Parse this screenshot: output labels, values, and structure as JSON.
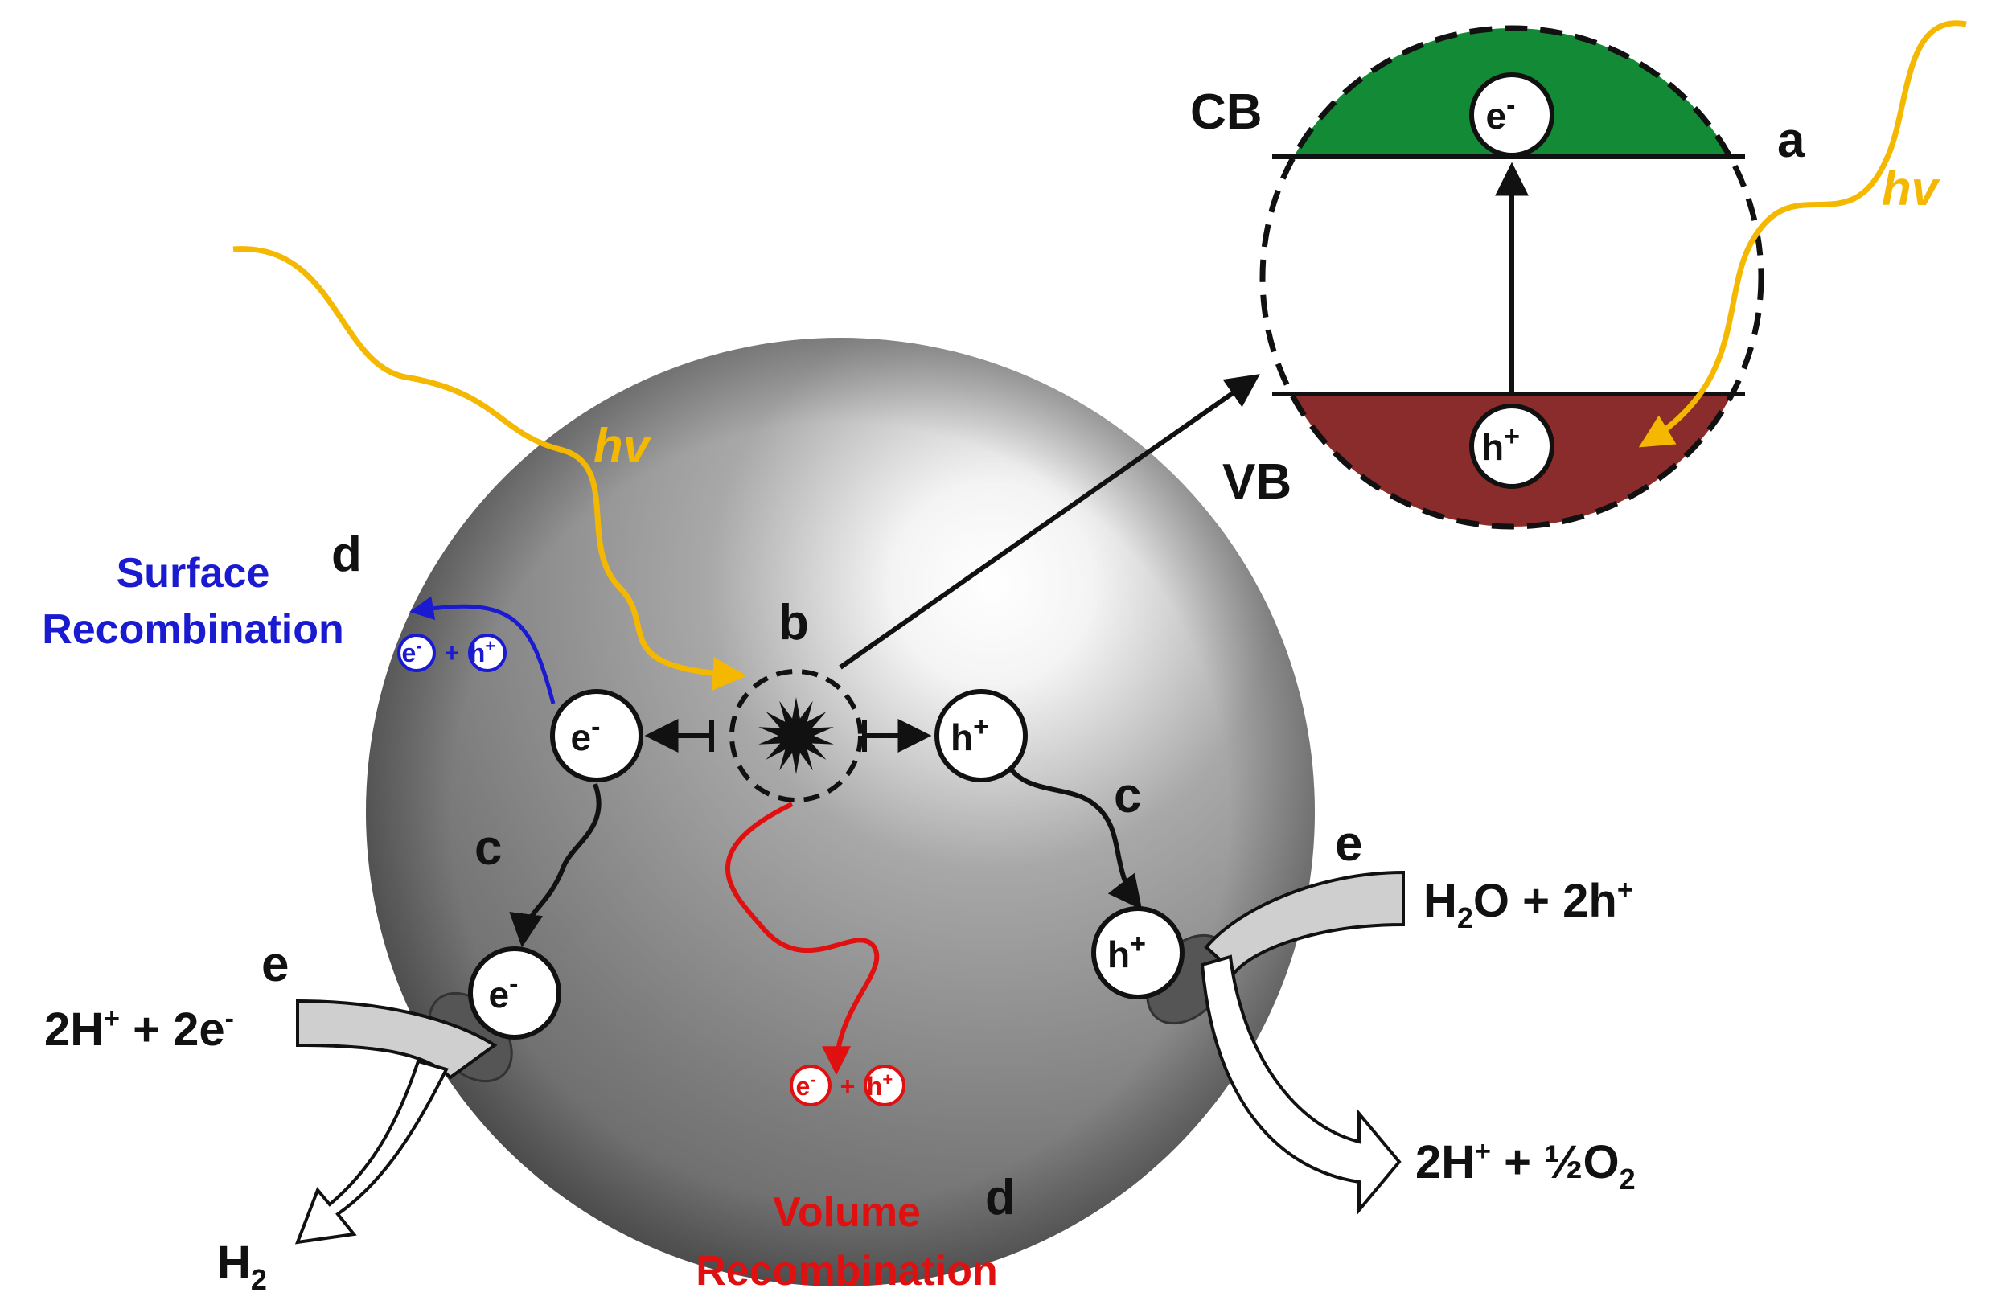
{
  "labels": {
    "a": "a",
    "b": "b",
    "c_left": "c",
    "c_right": "c",
    "d_surface": "d",
    "d_volume": "d",
    "e_left": "e",
    "e_right": "e"
  },
  "band": {
    "cb": "CB",
    "vb": "VB",
    "cb_color": "#138a36",
    "vb_color": "#8b2c2c"
  },
  "light": {
    "hv_main": "hv",
    "hv_band": "hv",
    "color": "#f5b800"
  },
  "particles": {
    "electron_symbol": "e",
    "hole_symbol": "h",
    "electron_charge": "-",
    "hole_charge": "+",
    "plus": "+"
  },
  "recombination": {
    "surface_line1": "Surface",
    "surface_line2": "Recombination",
    "volume_line1": "Volume",
    "volume_line2": "Recombination",
    "surface_color": "#1a1ad0",
    "volume_color": "#e01010"
  },
  "reactions": {
    "reduction_in": {
      "a": "2H",
      "a_sup": "+",
      "b": " + 2e",
      "b_sup": "-"
    },
    "reduction_out": {
      "a": "H",
      "a_sub": "2"
    },
    "oxidation_in": {
      "a": "H",
      "a_sub": "2",
      "b": "O + 2h",
      "b_sup": "+"
    },
    "oxidation_out": {
      "a": "2H",
      "a_sup": "+",
      "b": " + ½O",
      "b_sub": "2"
    }
  }
}
